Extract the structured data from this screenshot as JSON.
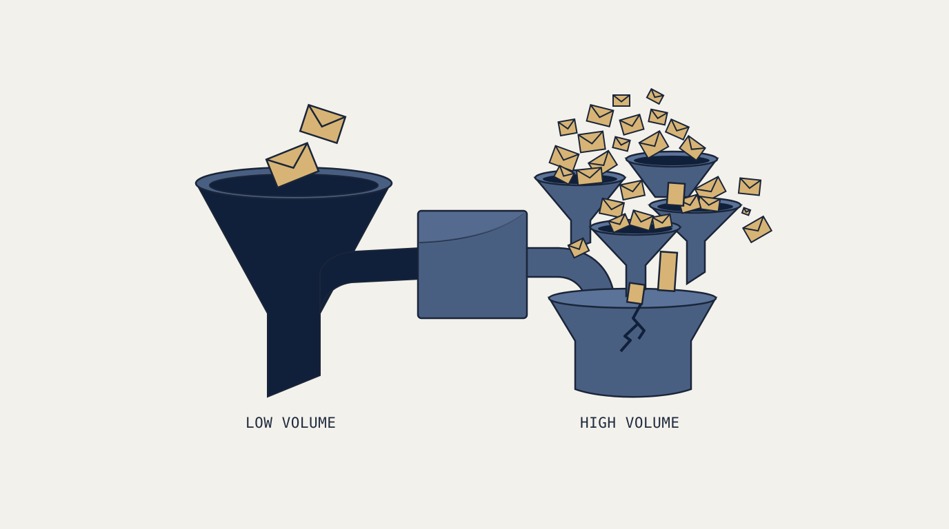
{
  "labels": {
    "low": "LOW VOLUME",
    "high": "HIGH VOLUME"
  },
  "colors": {
    "background": "#f3f1eb",
    "dark_funnel": "#10203a",
    "dark_rim": "#485f82",
    "blue_funnel": "#495f82",
    "blue_rim": "#5b7398",
    "envelope_fill": "#d7b475",
    "envelope_stroke": "#1a2539",
    "outline": "#1a2539"
  },
  "icons": {
    "envelope": "envelope-icon",
    "funnel": "funnel-icon",
    "crack": "crack-icon",
    "processor": "processor-box"
  }
}
